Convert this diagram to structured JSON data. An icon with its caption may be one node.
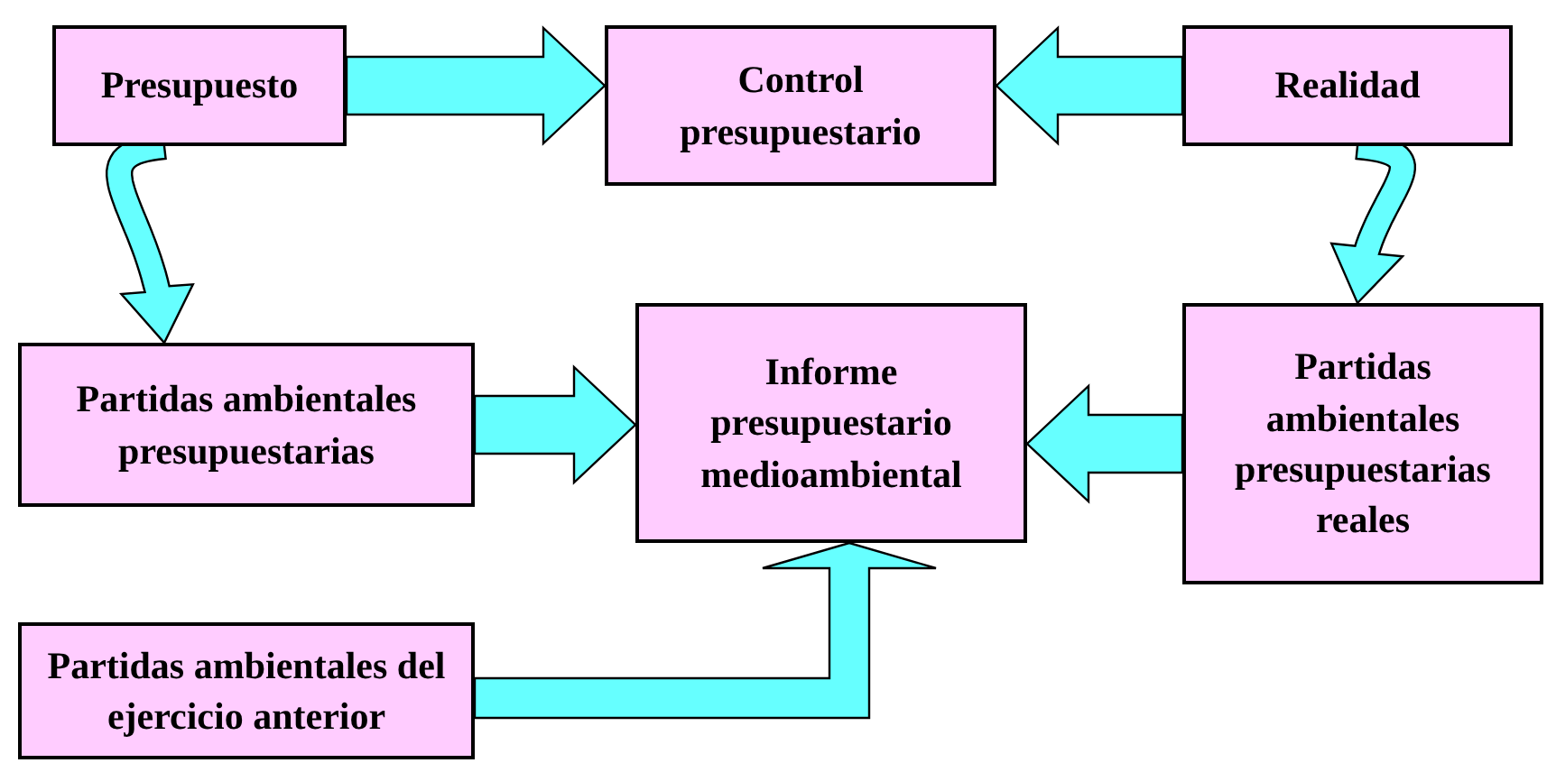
{
  "diagram": {
    "nodes": [
      {
        "text": [
          "Presupuesto"
        ]
      },
      {
        "text": [
          "Control presupuestario"
        ]
      },
      {
        "text": [
          "Realidad"
        ]
      },
      {
        "text": [
          "Partidas ambientales presupuestarias"
        ]
      },
      {
        "text": [
          "Informe presupuestario medioambiental"
        ]
      },
      {
        "text": [
          "Partidas ambientales presupuestarias reales"
        ]
      },
      {
        "text": [
          "Partidas ambientales del ejercicio anterior"
        ]
      }
    ],
    "edges": [
      {
        "from": 0,
        "to": 1,
        "arrow": "to"
      },
      {
        "from": 2,
        "to": 1,
        "arrow": "to"
      },
      {
        "from": 0,
        "to": 3,
        "arrow": "to"
      },
      {
        "from": 2,
        "to": 5,
        "arrow": "to"
      },
      {
        "from": 3,
        "to": 4,
        "arrow": "to"
      },
      {
        "from": 5,
        "to": 4,
        "arrow": "to"
      },
      {
        "from": 6,
        "to": 4,
        "arrow": "to"
      }
    ]
  }
}
